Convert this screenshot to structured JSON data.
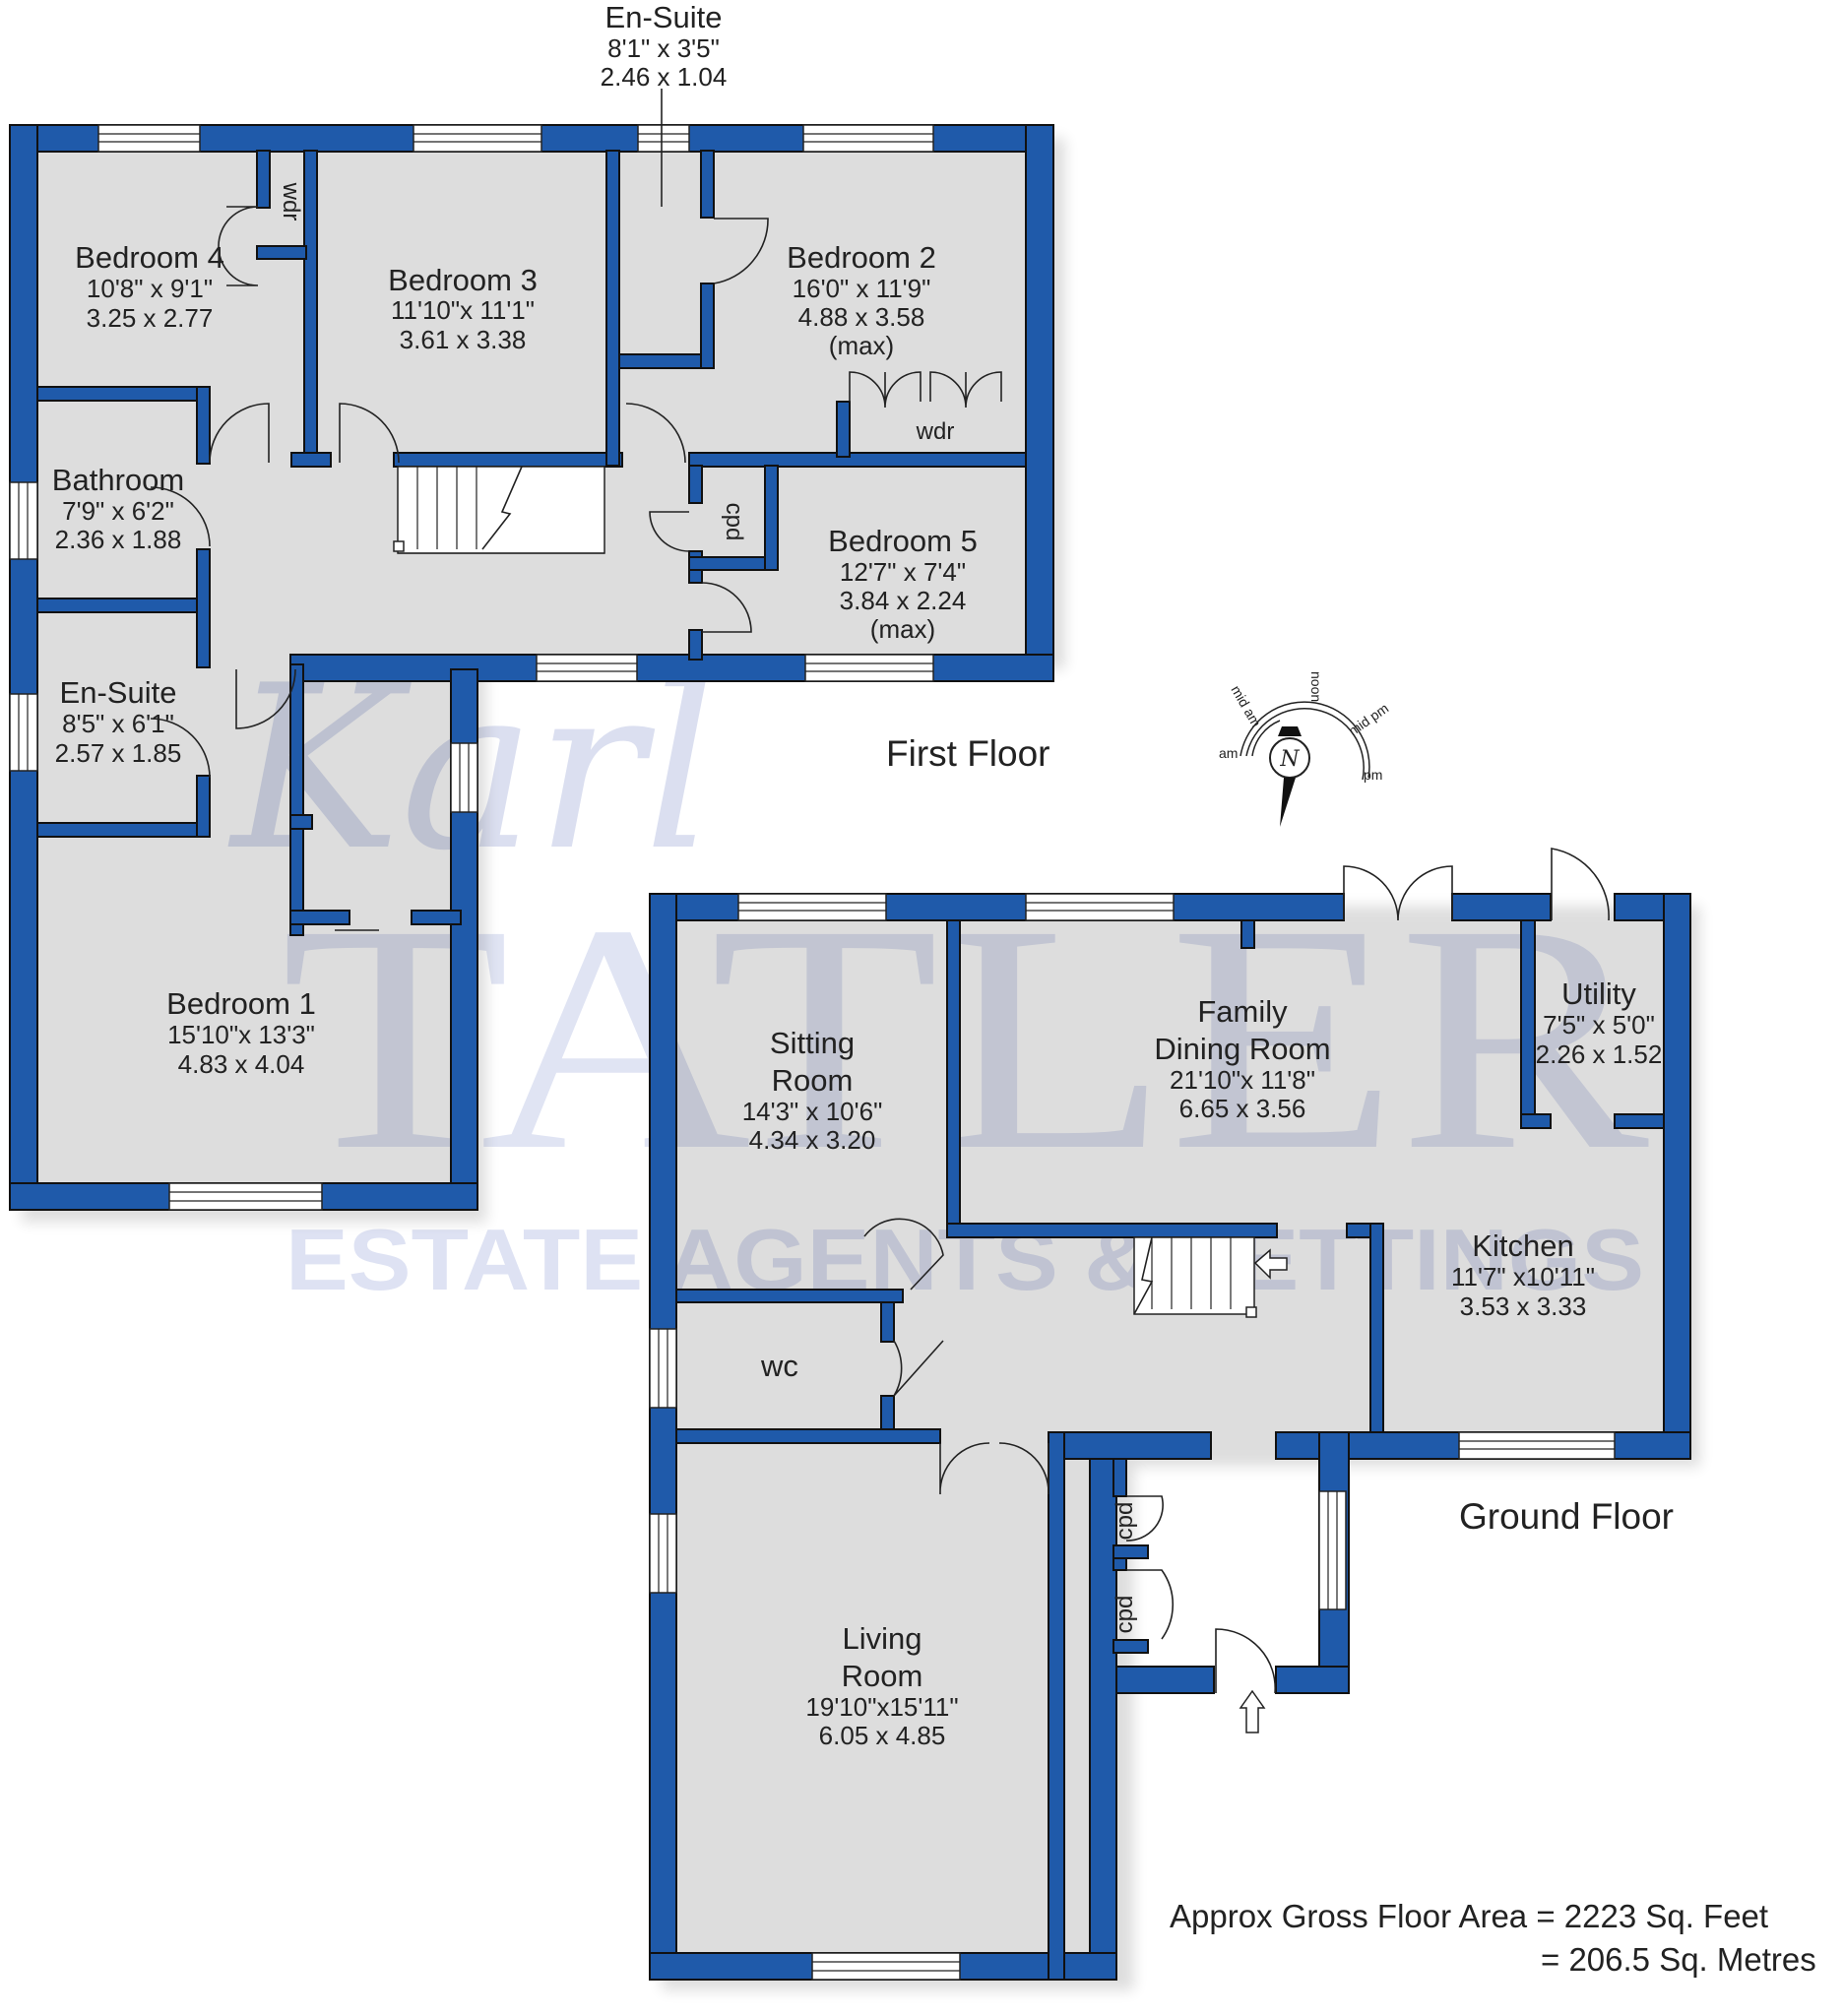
{
  "colors": {
    "wall": "#1f5aaa",
    "watermark": "#d3d9ef",
    "text": "#222222",
    "background": "#ffffff"
  },
  "watermark": {
    "script": "Karl",
    "big": "TATLER",
    "line": "ESTATE AGENTS & LETTINGS"
  },
  "first_floor": {
    "label": "First Floor",
    "rooms": [
      {
        "id": "ensuite_top",
        "name": "En-Suite",
        "imperial": "8'1\"  x  3'5\"",
        "metric": "2.46  x  1.04"
      },
      {
        "id": "bedroom4",
        "name": "Bedroom 4",
        "imperial": "10'8\"  x  9'1\"",
        "metric": "3.25  x  2.77"
      },
      {
        "id": "bedroom3",
        "name": "Bedroom 3",
        "imperial": "11'10\"x  11'1\"",
        "metric": "3.61  x  3.38"
      },
      {
        "id": "bedroom2",
        "name": "Bedroom 2",
        "imperial": "16'0\"  x  11'9\"",
        "metric": "4.88  x  3.58",
        "note": "(max)"
      },
      {
        "id": "bathroom",
        "name": "Bathroom",
        "imperial": "7'9\"  x  6'2\"",
        "metric": "2.36  x  1.88"
      },
      {
        "id": "bedroom5",
        "name": "Bedroom 5",
        "imperial": "12'7\"  x  7'4\"",
        "metric": "3.84  x  2.24",
        "note": "(max)"
      },
      {
        "id": "ensuite_left",
        "name": "En-Suite",
        "imperial": "8'5\"  x  6'1\"",
        "metric": "2.57  x  1.85"
      },
      {
        "id": "bedroom1",
        "name": "Bedroom 1",
        "imperial": "15'10\"x  13'3\"",
        "metric": "4.83  x  4.04"
      }
    ],
    "annotations": {
      "wdr_bed4": "wdr",
      "wdr_bed2": "wdr",
      "cpd_landing": "cpd"
    }
  },
  "ground_floor": {
    "label": "Ground Floor",
    "rooms": [
      {
        "id": "sitting",
        "name_line1": "Sitting",
        "name_line2": "Room",
        "imperial": "14'3\" x 10'6\"",
        "metric": "4.34  x  3.20"
      },
      {
        "id": "dining",
        "name_line1": "Family",
        "name_line2": "Dining Room",
        "imperial": "21'10\"x  11'8\"",
        "metric": "6.65  x  3.56"
      },
      {
        "id": "utility",
        "name": "Utility",
        "imperial": "7'5\"  x  5'0\"",
        "metric": "2.26  x  1.52"
      },
      {
        "id": "kitchen",
        "name": "Kitchen",
        "imperial": "11'7\" x10'11\"",
        "metric": "3.53  x  3.33"
      },
      {
        "id": "wc",
        "name": "wc"
      },
      {
        "id": "living",
        "name_line1": "Living",
        "name_line2": "Room",
        "imperial": "19'10\"x15'11\"",
        "metric": "6.05  x  4.85"
      }
    ],
    "annotations": {
      "cpd_upper": "cpd",
      "cpd_lower": "cpd"
    }
  },
  "compass": {
    "north": "N",
    "labels": [
      "am",
      "mid am",
      "noon",
      "mid pm",
      "pm"
    ]
  },
  "area": {
    "line1": "Approx Gross Floor Area  =  2223  Sq. Feet",
    "line2": "=  206.5  Sq. Metres"
  }
}
